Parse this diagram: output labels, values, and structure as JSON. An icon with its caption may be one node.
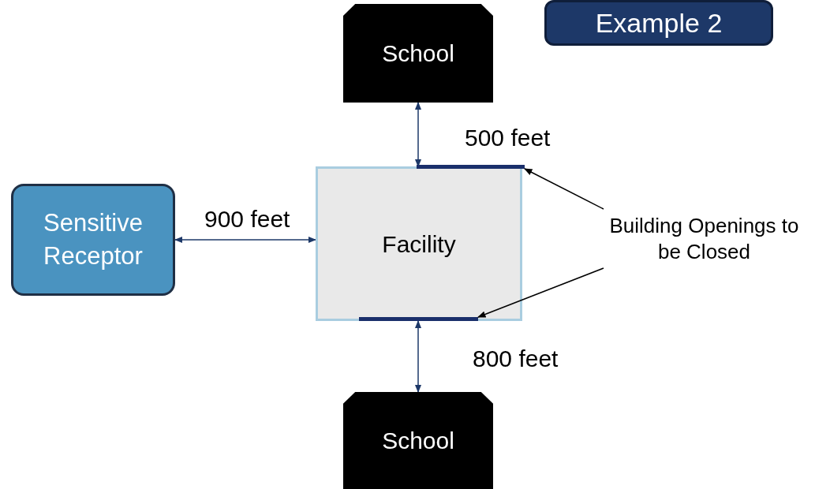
{
  "diagram": {
    "nodes": [
      {
        "text": [
          "Example 2"
        ]
      },
      {
        "text": [
          "School"
        ]
      },
      {
        "text": [
          "Sensitive Receptor"
        ]
      },
      {
        "text": [
          "Facility"
        ]
      },
      {
        "text": [],
        "shape": "bar",
        "in": 3
      },
      {
        "text": [],
        "shape": "bar",
        "in": 3
      },
      {
        "text": [
          "Building Openings to be Closed"
        ]
      },
      {
        "text": [
          "School"
        ]
      }
    ],
    "edges": [
      {
        "from": 1,
        "to": 3,
        "arrow": "both",
        "label": "500 feet"
      },
      {
        "from": 2,
        "to": 3,
        "arrow": "both",
        "label": "900 feet"
      },
      {
        "from": 3,
        "to": 7,
        "arrow": "both",
        "label": "800 feet"
      },
      {
        "from": 6,
        "to": 4,
        "arrow": "to",
        "color": "#000000"
      },
      {
        "from": 6,
        "to": 5,
        "arrow": "to",
        "color": "#000000"
      }
    ]
  }
}
